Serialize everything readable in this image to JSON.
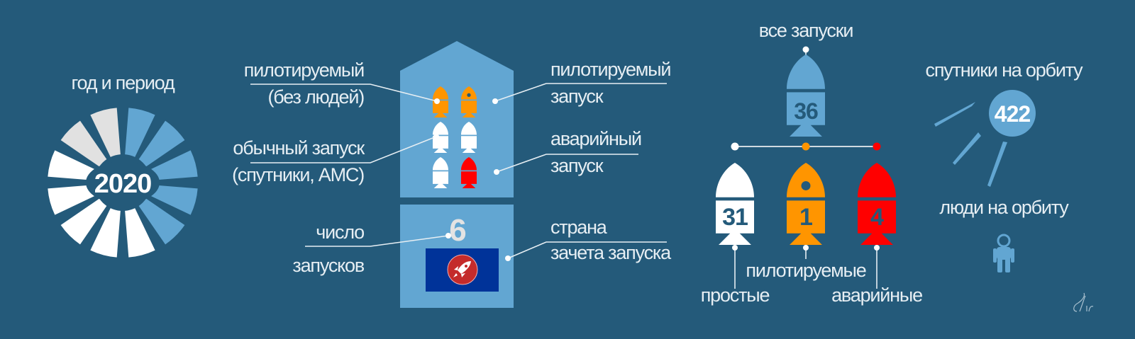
{
  "colors": {
    "background": "#245a7a",
    "light_blue": "#62a6d2",
    "white": "#ffffff",
    "gray": "#e1e1e1",
    "orange": "#ff9500",
    "red": "#ff0000",
    "flag_blue": "#003399",
    "emblem_red": "#c42b2b"
  },
  "period": {
    "label": "год и период",
    "year": "2020",
    "segments": [
      "blue",
      "blue",
      "blue",
      "blue",
      "blue",
      "white",
      "white",
      "white",
      "white",
      "white",
      "gray",
      "gray"
    ]
  },
  "country_card": {
    "rockets": [
      {
        "type": "manned-uncrewed",
        "color": "orange"
      },
      {
        "type": "manned",
        "color": "orange"
      },
      {
        "type": "regular",
        "color": "white"
      },
      {
        "type": "regular",
        "color": "white"
      },
      {
        "type": "regular",
        "color": "white"
      },
      {
        "type": "failed",
        "color": "red"
      }
    ],
    "launch_count": "6",
    "flag_icon": "rocket-emblem-icon",
    "left_labels": {
      "manned_uncrewed_1": "пилотируемый",
      "manned_uncrewed_2": "(без людей)",
      "regular_1": "обычный запуск",
      "regular_2": "(спутники, АМС)",
      "count_1": "число",
      "count_2": "запусков"
    },
    "right_labels": {
      "manned_1": "пилотируемый",
      "manned_2": "запуск",
      "failed_1": "аварийный",
      "failed_2": "запуск",
      "country_1": "страна",
      "country_2": "зачета запуска"
    }
  },
  "totals": {
    "all_label": "все запуски",
    "all_value": "36",
    "simple_label": "простые",
    "simple_value": "31",
    "manned_label": "пилотируемые",
    "manned_value": "1",
    "failed_label": "аварийные",
    "failed_value": "4"
  },
  "orbit": {
    "satellites_label": "спутники на орбиту",
    "satellites_value": "422",
    "people_label": "люди на орбиту"
  },
  "signature": "Air"
}
